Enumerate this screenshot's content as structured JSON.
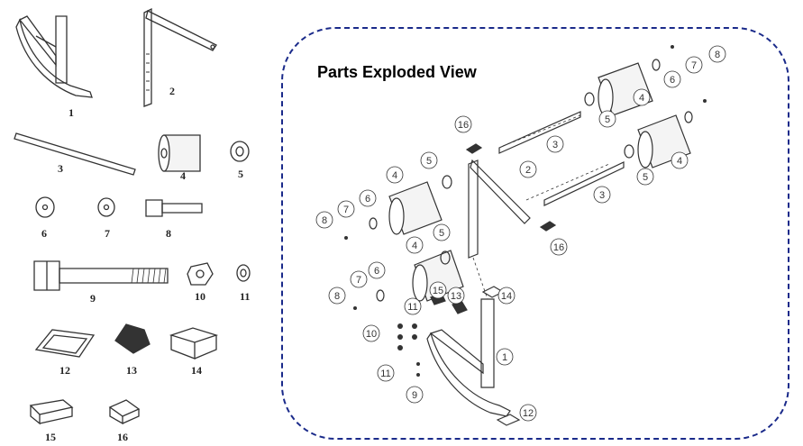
{
  "catalog": {
    "parts": [
      {
        "num": "1"
      },
      {
        "num": "2"
      },
      {
        "num": "3"
      },
      {
        "num": "4"
      },
      {
        "num": "5"
      },
      {
        "num": "6"
      },
      {
        "num": "7"
      },
      {
        "num": "8"
      },
      {
        "num": "9"
      },
      {
        "num": "10"
      },
      {
        "num": "11"
      },
      {
        "num": "12"
      },
      {
        "num": "13"
      },
      {
        "num": "14"
      },
      {
        "num": "15"
      },
      {
        "num": "16"
      }
    ]
  },
  "exploded": {
    "title": "Parts Exploded View",
    "callouts": [
      "16",
      "2",
      "4",
      "5",
      "3",
      "8",
      "7",
      "6",
      "4",
      "5",
      "3",
      "4",
      "5",
      "6",
      "7",
      "8",
      "4",
      "5",
      "6",
      "7",
      "8",
      "16",
      "15",
      "13",
      "14",
      "10",
      "11",
      "1",
      "11",
      "9",
      "12"
    ]
  },
  "colors": {
    "border": "#1a2a8a",
    "line": "#333333"
  }
}
